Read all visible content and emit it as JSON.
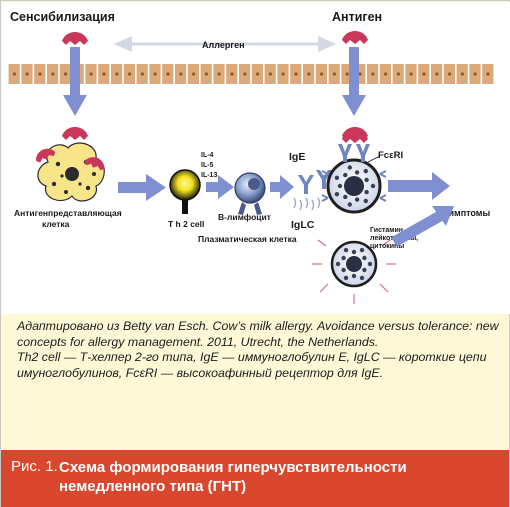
{
  "diagram": {
    "label_sensitization": "Сенсибилизация",
    "label_antigen": "Антиген",
    "label_allergen": "Аллерген",
    "label_apc_line1": "Антигенпредставляющая",
    "label_apc_line2": "клетка",
    "label_th2": "T h 2 cell",
    "label_il4": "IL-4",
    "label_il5": "IL-5",
    "label_il13": "IL-13",
    "label_b_cell": "В-лимфоцит",
    "label_ige": "IgE",
    "label_iglc": "IgLC",
    "label_fceri": "FcεRI",
    "label_plasma_cell": "Плазматическая клетка",
    "label_symptoms": "Симптомы",
    "label_mediators_line1": "Гистамин,",
    "label_mediators_line2": "лейкотриены,",
    "label_mediators_line3": "цитокины"
  },
  "caption": {
    "para1": "Адаптировано из Betty van Esch. Cow’s milk allergy. Avoidance versus tolerance: new concepts for allergy management. 2011, Utrecht, the Netherlands.",
    "para2": "Th2 cell — Т-хелпер 2-го типа, IgE — иммуноглобулин Е, IgLC — короткие цепи имуноглобулинов, FcεRI — высокоафинный рецептор для IgE."
  },
  "figure": {
    "number": "Рис. 1.",
    "title": "Схема формирования гиперчувствительности немедленного типа (ГНТ)"
  },
  "colors": {
    "arrow_blue": "#7f8fd0",
    "epithelium_tan": "#dba97a",
    "antigen_pink": "#c9385a",
    "bar_red": "#d8472e",
    "caption_bg": "#fff8d6",
    "th2_yellow": "#f2e21a",
    "b_cell_blue": "#6f86bd"
  }
}
